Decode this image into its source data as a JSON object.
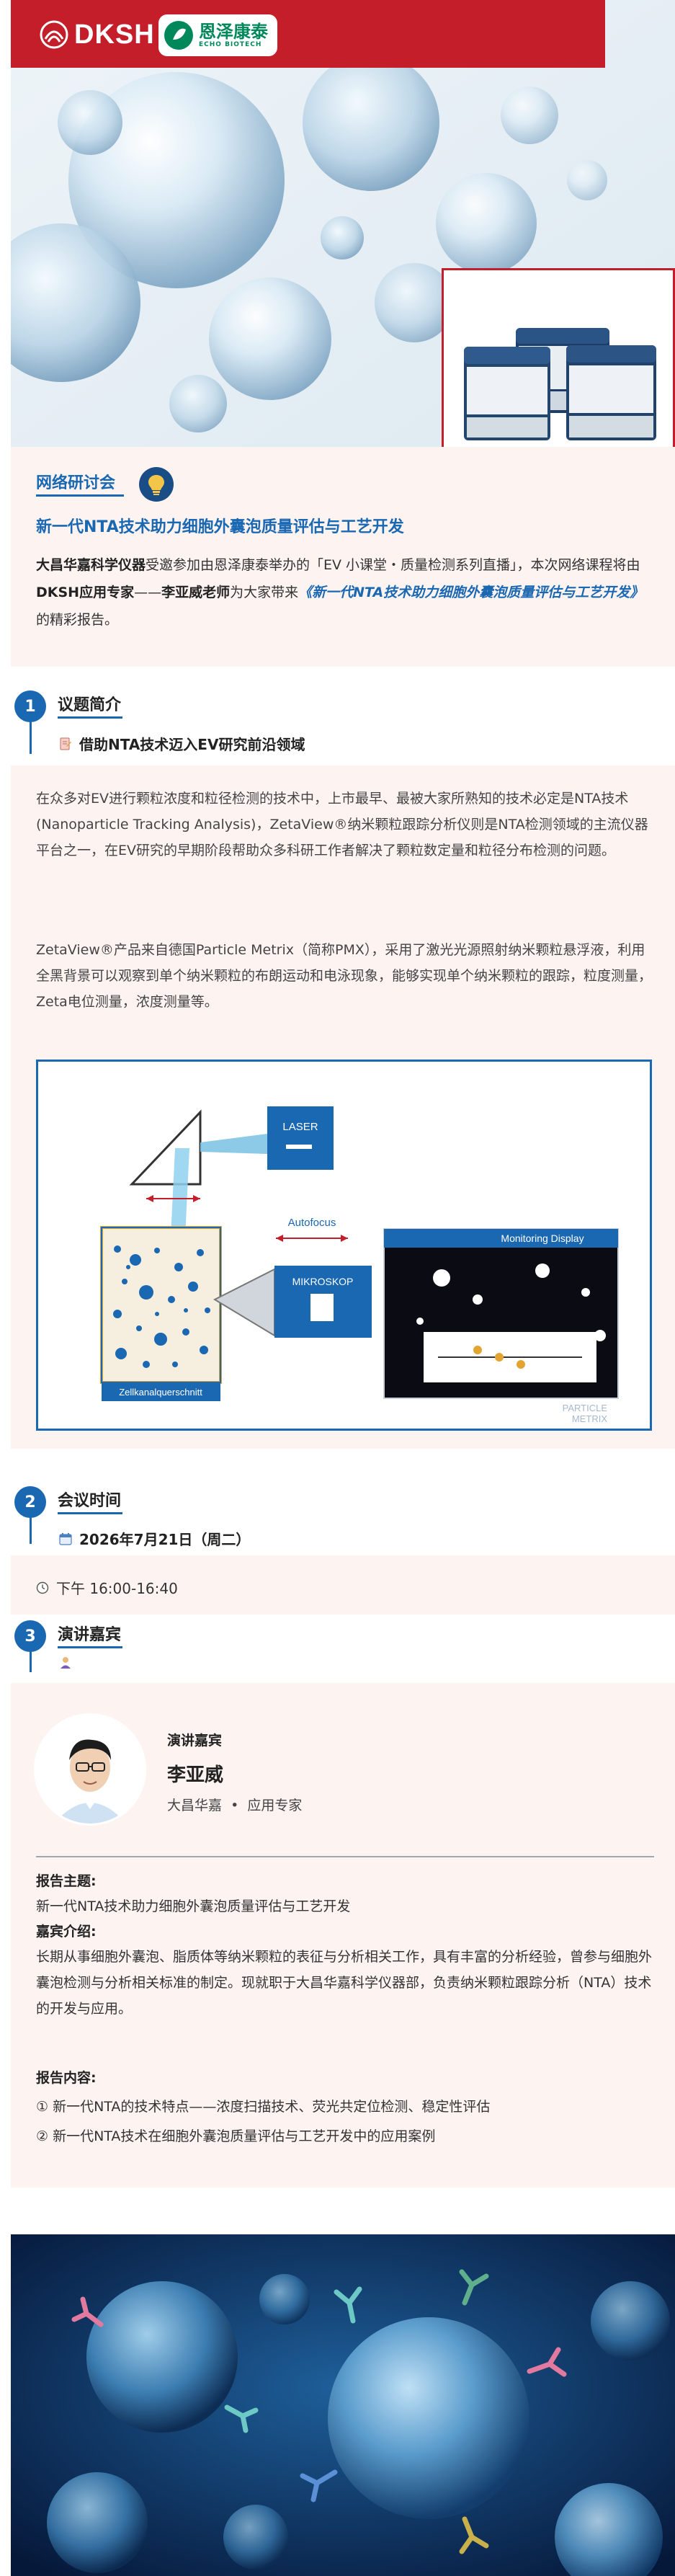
{
  "brand": {
    "dksh": "DKSH",
    "echo_cn": "恩泽康泰",
    "echo_en": "ECHO BIOTECH"
  },
  "webinar": {
    "label": "网络研讨会",
    "title": "新一代NTA技术助力细胞外囊泡质量评估与工艺开发",
    "intro": {
      "p1": "大昌华嘉科学仪器",
      "p2": "受邀参加由恩泽康泰举办的「EV 小课堂・质量检测系列直播」，本次网络课程将由",
      "p3": "DKSH应用专家",
      "p4": "——",
      "p5": "李亚威老师",
      "p6": "为大家带来",
      "p7": "《新一代NTA技术助力细胞外囊泡质量评估与工艺开发》",
      "p8": "的精彩报告。"
    }
  },
  "section1": {
    "num": "1",
    "title": "议题简介",
    "subtitle": "借助NTA技术迈入EV研究前沿领域",
    "para1": "在众多对EV进行颗粒浓度和粒径检测的技术中，上市最早、最被大家所熟知的技术必定是NTA技术(Nanoparticle Tracking Analysis)，ZetaView®纳米颗粒跟踪分析仪则是NTA检测领域的主流仪器平台之一，在EV研究的早期阶段帮助众多科研工作者解决了颗粒数定量和粒径分布检测的问题。",
    "para2": "ZetaView®产品来自德国Particle Metrix（简称PMX），采用了激光光源照射纳米颗粒悬浮液，利用全黑背景可以观察到单个纳米颗粒的布朗运动和电泳现象，能够实现单个纳米颗粒的跟踪，粒度测量，Zeta电位测量，浓度测量等。"
  },
  "diagram": {
    "laser": "LASER",
    "autofocus": "Autofocus",
    "monitor": "Monitoring Display",
    "mikroskop": "MIKROSKOP",
    "zell": "Zellkanalquerschnitt",
    "pmx1": "PARTICLE",
    "pmx2": "METRIX"
  },
  "section2": {
    "num": "2",
    "title": "会议时间",
    "date": "2026年7月21日（周二）",
    "time": "下午 16:00-16:40"
  },
  "section3": {
    "num": "3",
    "title": "演讲嘉宾",
    "speaker_role": "演讲嘉宾",
    "speaker_name": "李亚威",
    "speaker_org": "大昌华嘉  •  应用专家",
    "topic_label": "报告主题:",
    "topic": "新一代NTA技术助力细胞外囊泡质量评估与工艺开发",
    "bio_label": "嘉宾介绍:",
    "bio": "长期从事细胞外囊泡、脂质体等纳米颗粒的表征与分析相关工作，具有丰富的分析经验，曾参与细胞外囊泡检测与分析相关标准的制定。现就职于大昌华嘉科学仪器部，负责纳米颗粒跟踪分析（NTA）技术的开发与应用。",
    "content_label": "报告内容:",
    "content1": "① 新一代NTA的技术特点——浓度扫描技术、荧光共定位检测、稳定性评估",
    "content2": "② 新一代NTA技术在细胞外囊泡质量评估与工艺开发中的应用案例"
  },
  "colors": {
    "brand_red": "#c41e2b",
    "accent_blue": "#1a67b2",
    "section_bg": "#fdf4f2"
  }
}
